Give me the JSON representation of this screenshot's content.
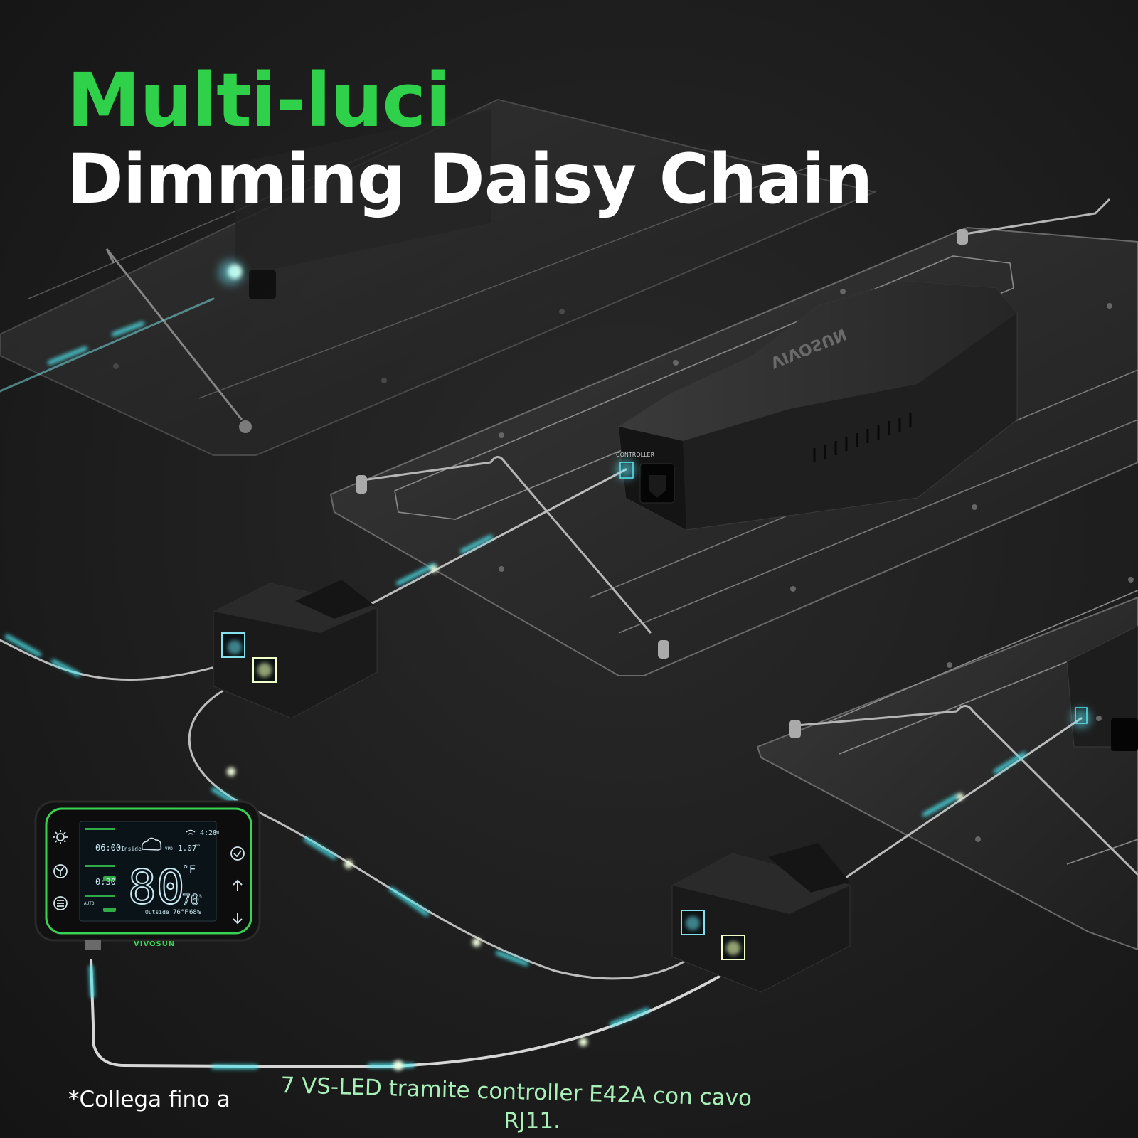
{
  "headline": {
    "line1": "Multi-luci",
    "line2": "Dimming Daisy Chain"
  },
  "footnote": {
    "prefix": "*Collega fino a",
    "main": "7 VS-LED tramite controller E42A con cavo",
    "end": "RJ11."
  },
  "light_brand": "VIVOSUN",
  "port_label": "CONTROLLER",
  "controller": {
    "brand": "VIVOSUN",
    "time": "4:20",
    "time_suffix": "PM",
    "schedule_on": "06:00",
    "schedule_off": "0:30",
    "mode": "AUTO",
    "inside_label": "Inside",
    "vpd_label": "VPD",
    "vpd_value": "1.07",
    "vpd_unit": "kPa",
    "temperature": "80",
    "temp_unit": "°F",
    "humidity": "70",
    "humidity_unit": "%",
    "outside_label": "Outside",
    "outside_temp": "76°F",
    "outside_humidity": "68%"
  },
  "colors": {
    "title_green": "#2fd04a",
    "accent_green": "#39d353",
    "cable_glow": "#4ee6ee",
    "lcd_text": "#c9e8f2"
  }
}
